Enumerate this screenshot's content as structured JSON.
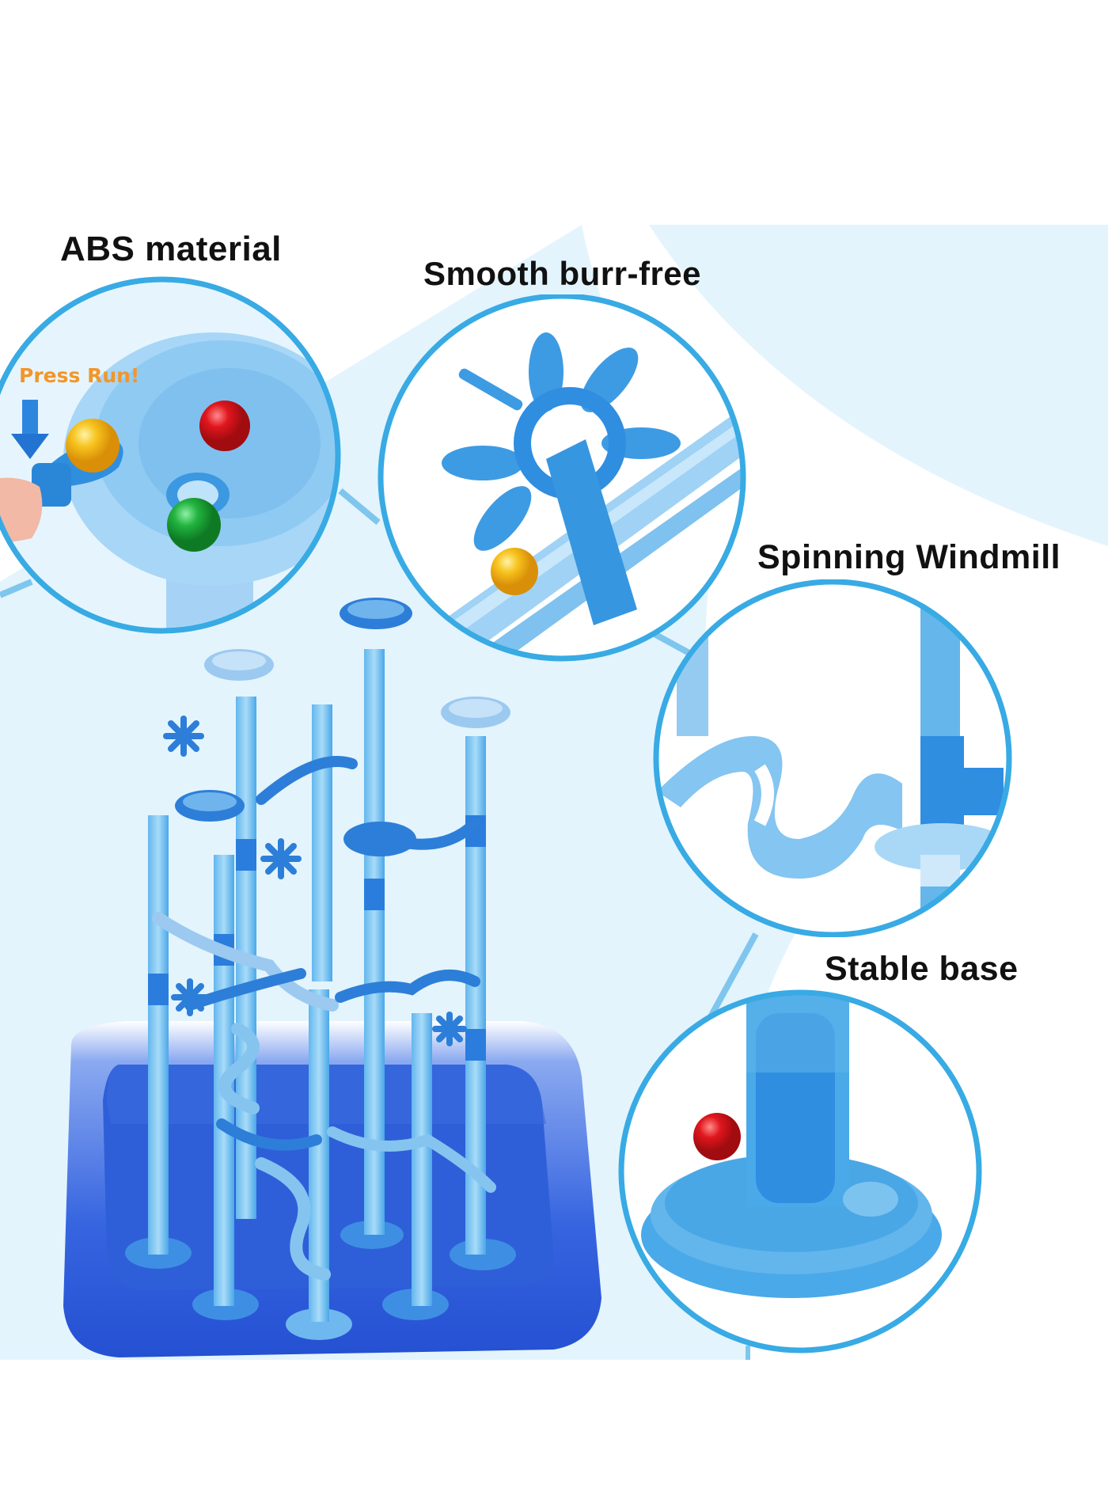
{
  "product_image": {
    "subject": "Marble run toy set on inflatable tray",
    "background_color": "#ffffff",
    "panel_color": "#e3f4fd",
    "ring_color": "#38aae4",
    "features": [
      {
        "label": "ABS material",
        "annotation": "Press Run!",
        "annotation_color": "#f2962a",
        "detail": "launcher-cup-with-marbles"
      },
      {
        "label": "Smooth burr-free",
        "detail": "windmill-on-track-with-yellow-marble"
      },
      {
        "label": "Spinning Windmill",
        "detail": "wavy-track-and-tube-connector"
      },
      {
        "label": "Stable base",
        "detail": "base-cup-with-red-marble"
      }
    ],
    "marble_colors": {
      "red": "#d7141c",
      "yellow": "#f7c31e",
      "green": "#1fae3a"
    }
  }
}
